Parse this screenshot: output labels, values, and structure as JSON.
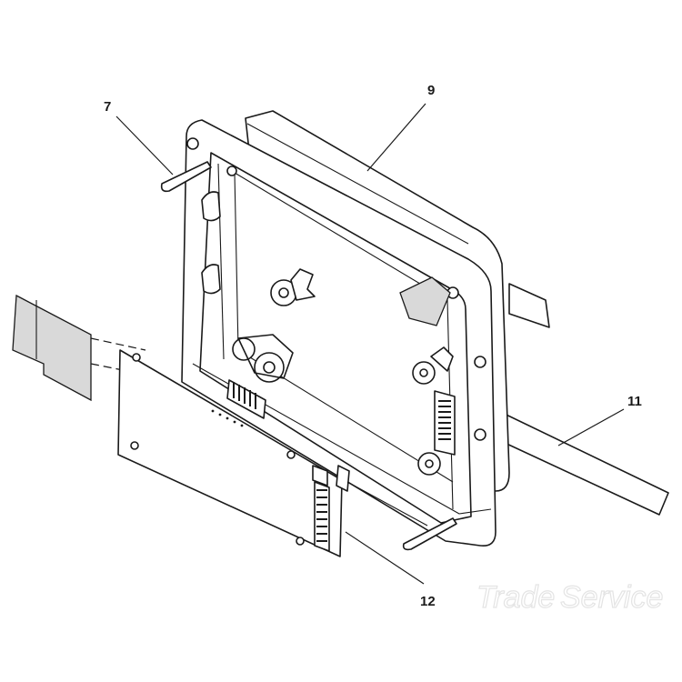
{
  "callouts": {
    "c7": "7",
    "c9": "9",
    "c11": "11",
    "c12": "12"
  },
  "watermark": {
    "word1": "Trade",
    "word2": "Service"
  },
  "colors": {
    "line": "#1a1a1a",
    "background": "#ffffff",
    "shade": "#d9d9d9",
    "watermark": "#e4e4e4"
  }
}
